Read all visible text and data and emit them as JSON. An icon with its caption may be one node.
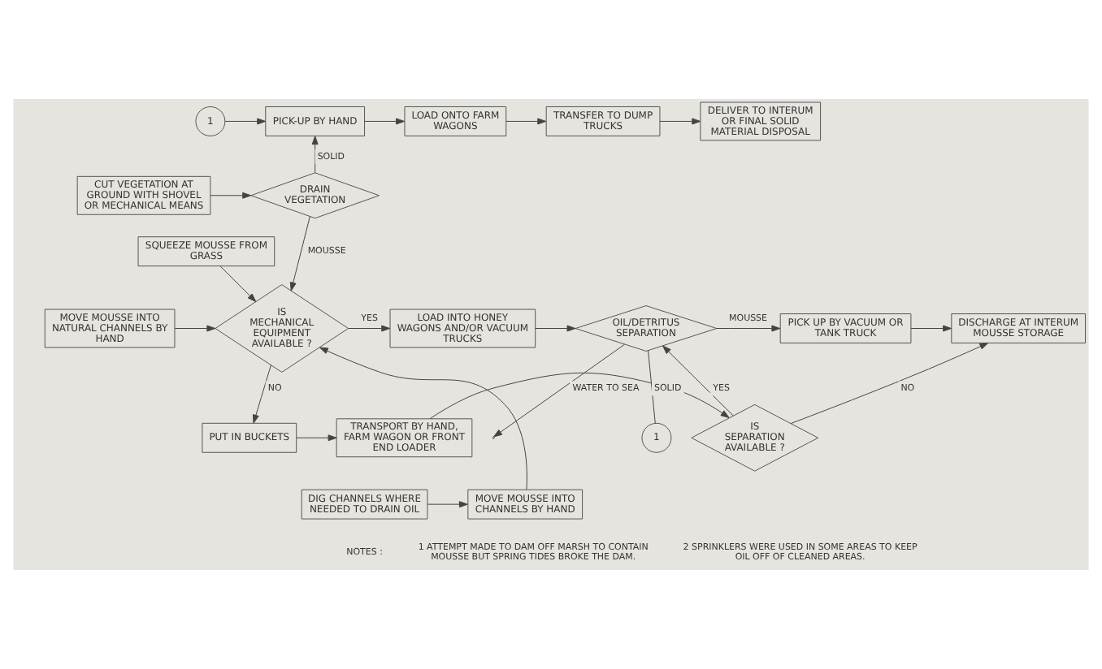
{
  "diagram": {
    "nodes": [
      {
        "text": [
          "1"
        ]
      },
      {
        "text": [
          "PICK-UP BY HAND"
        ]
      },
      {
        "text": [
          "LOAD ONTO FARM WAGONS"
        ]
      },
      {
        "text": [
          "TRANSFER TO DUMP TRUCKS"
        ]
      },
      {
        "text": [
          "DELIVER TO INTERUM OR FINAL SOLID MATERIAL DISPOSAL"
        ]
      },
      {
        "text": [
          "CUT VEGETATION AT GROUND WITH SHOVEL OR MECHANICAL MEANS"
        ]
      },
      {
        "text": [
          "DRAIN VEGETATION"
        ]
      },
      {
        "text": [
          "SQUEEZE MOUSSE FROM GRASS"
        ]
      },
      {
        "text": [
          "MOVE MOUSSE INTO NATURAL CHANNELS BY HAND"
        ]
      },
      {
        "text": [
          "IS MECHANICAL EQUIPMENT AVAILABLE ?"
        ]
      },
      {
        "text": [
          "PUT IN BUCKETS"
        ]
      },
      {
        "text": [
          "TRANSPORT BY HAND, FARM WAGON OR FRONT END LOADER"
        ]
      },
      {
        "text": [
          "IS SEPARATION AVAILABLE ?"
        ]
      },
      {
        "text": [
          "LOAD INTO HONEY WAGONS AND/OR VACUUM TRUCKS"
        ]
      },
      {
        "text": [
          "1"
        ]
      },
      {
        "text": [
          "OIL/DETRITUS SEPARATION"
        ]
      },
      {
        "text": [
          "PICK UP BY VACUUM OR TANK TRUCK"
        ]
      },
      {
        "text": [
          "DISCHARGE AT INTERUM MOUSSE STORAGE"
        ]
      },
      {
        "text": [
          "DIG CHANNELS WHERE NEEDED TO DRAIN OIL"
        ]
      },
      {
        "text": [
          "MOVE MOUSSE INTO CHANNELS BY HAND"
        ]
      }
    ],
    "edges": [
      {
        "from": 0,
        "to": 1,
        "arrow": "to"
      },
      {
        "from": 6,
        "to": 1,
        "arrow": "to",
        "label": "SOLID"
      },
      {
        "from": 1,
        "to": 2,
        "arrow": "to"
      },
      {
        "from": 2,
        "to": 3,
        "arrow": "to"
      },
      {
        "from": 3,
        "to": 4,
        "arrow": "to"
      },
      {
        "from": 5,
        "to": 6,
        "arrow": "to"
      },
      {
        "from": 6,
        "to": 9,
        "arrow": "to",
        "label": "MOUSSE"
      },
      {
        "from": 7,
        "to": 9,
        "arrow": "to"
      },
      {
        "from": 8,
        "to": 9,
        "arrow": "to"
      },
      {
        "from": 18,
        "to": 19,
        "arrow": "to"
      },
      {
        "from": 19,
        "to": 9,
        "arrow": "to"
      },
      {
        "from": 9,
        "to": 10,
        "arrow": "to",
        "label": "NO"
      },
      {
        "from": 10,
        "to": 11,
        "arrow": "to"
      },
      {
        "from": 11,
        "to": 12,
        "arrow": "to"
      },
      {
        "from": 9,
        "to": 13,
        "arrow": "to",
        "label": "YES"
      },
      {
        "from": 12,
        "to": 15,
        "arrow": "to",
        "label": "YES"
      },
      {
        "from": 13,
        "to": 15,
        "arrow": "to"
      },
      {
        "from": 12,
        "to": 17,
        "arrow": "to",
        "label": "NO"
      },
      {
        "from": 15,
        "to": 14,
        "arrow": "none",
        "label": "SOLID"
      },
      {
        "from": 15,
        "to": 16,
        "arrow": "to",
        "label": "MOUSSE"
      },
      {
        "from": 16,
        "to": 17,
        "arrow": "to"
      },
      {
        "from": 15,
        "to": null,
        "arrow": "to",
        "label": "WATER TO SEA"
      }
    ],
    "labels": [
      "NOTES :",
      "1 ATTEMPT MADE TO DAM OFF MARSH TO CONTAIN MOUSSE BUT SPRING TIDES BROKE THE DAM.",
      "2 SPRINKLERS WERE USED IN SOME AREAS TO KEEP OIL OFF OF CLEANED AREAS."
    ]
  }
}
